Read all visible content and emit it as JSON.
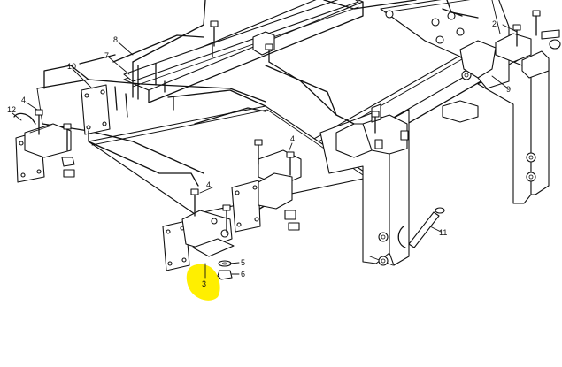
{
  "diagram": {
    "highlight_color": "#ffef00",
    "callouts": [
      {
        "id": "c1",
        "text": "12"
      },
      {
        "id": "c2",
        "text": "4"
      },
      {
        "id": "c3",
        "text": "10"
      },
      {
        "id": "c4",
        "text": "7"
      },
      {
        "id": "c5",
        "text": "8"
      },
      {
        "id": "c6",
        "text": "4"
      },
      {
        "id": "c7",
        "text": "4"
      },
      {
        "id": "c8",
        "text": "2"
      },
      {
        "id": "c9",
        "text": "9"
      },
      {
        "id": "c10",
        "text": "11"
      },
      {
        "id": "c11",
        "text": "5"
      },
      {
        "id": "c12",
        "text": "6"
      },
      {
        "id": "c13",
        "text": "3"
      }
    ]
  }
}
